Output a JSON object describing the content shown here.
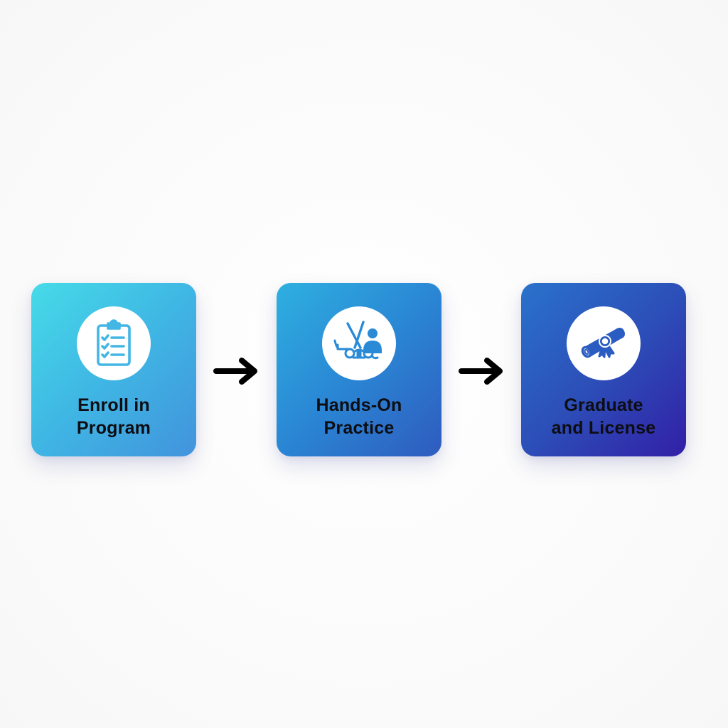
{
  "diagram": {
    "type": "process-flow",
    "direction": "left-to-right",
    "steps": [
      {
        "id": 1,
        "icon": "clipboard-checklist-icon",
        "label_line1": "Enroll in",
        "label_line2": "Program",
        "gradient_start": "#46dbe8",
        "gradient_end": "#4293dc",
        "icon_color": "#42b6e4"
      },
      {
        "id": 2,
        "icon": "scissors-barber-icon",
        "label_line1": "Hands-On",
        "label_line2": "Practice",
        "gradient_start": "#2eb0e0",
        "gradient_end": "#2f5bbf",
        "icon_color": "#2a8ad6"
      },
      {
        "id": 3,
        "icon": "diploma-scroll-icon",
        "label_line1": "Graduate",
        "label_line2": "and License",
        "gradient_start": "#2a72cc",
        "gradient_end": "#321fa6",
        "icon_color": "#2b5cc2"
      }
    ],
    "connectors": [
      {
        "from": 1,
        "to": 2,
        "icon": "arrow-right-icon",
        "color": "#000000"
      },
      {
        "from": 2,
        "to": 3,
        "icon": "arrow-right-icon",
        "color": "#000000"
      }
    ]
  }
}
